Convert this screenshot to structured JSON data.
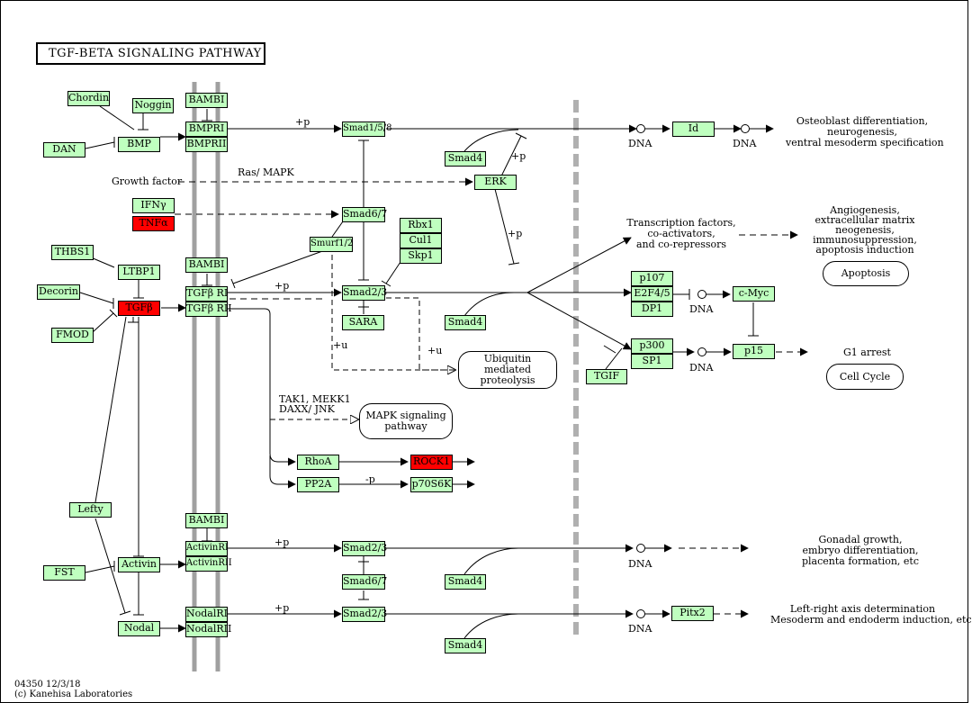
{
  "title": "TGF-BETA SIGNALING PATHWAY",
  "footer": {
    "map_id": "04350 12/3/18",
    "copyright": "(c) Kanehisa Laboratories"
  },
  "colors": {
    "node_fill": "#bfffbf",
    "highlight_fill": "#ff0000",
    "membrane": "#a0a0a0"
  },
  "genes": {
    "chordin": "Chordin",
    "noggin": "Noggin",
    "dan": "DAN",
    "bmp": "BMP",
    "bambi": "BAMBI",
    "bmpri": "BMPRI",
    "bmprii": "BMPRII",
    "smad158": "Smad1/5/8",
    "smad4": "Smad4",
    "ifng": "IFNγ",
    "tnfa": "TNFα",
    "smad67": "Smad6/7",
    "smurf": "Smurf1/2",
    "rbx1": "Rbx1",
    "cul1": "Cul1",
    "skp1": "Skp1",
    "erk": "ERK",
    "id": "Id",
    "thbs1": "THBS1",
    "ltbp1": "LTBP1",
    "decorin": "Decorin",
    "tgfb": "TGFβ",
    "fmod": "FMOD",
    "tgfbri": "TGFβ RI",
    "tgfbrii": "TGFβ RII",
    "smad23": "Smad2/3",
    "sara": "SARA",
    "p107": "p107",
    "e2f45": "E2F4/5",
    "dp1": "DP1",
    "cmyc": "c-Myc",
    "p300": "p300",
    "sp1": "SP1",
    "p15": "p15",
    "tgif": "TGIF",
    "rhoa": "RhoA",
    "rock1": "ROCK1",
    "pp2a": "PP2A",
    "p70s6k": "p70S6K",
    "lefty": "Lefty",
    "activin": "Activin",
    "fst": "FST",
    "activinri": "ActivinRI",
    "activinrii": "ActivinRII",
    "nodal": "Nodal",
    "nodalri": "NodalRI",
    "nodalrii": "NodalRII",
    "pitx2": "Pitx2"
  },
  "labels": {
    "growth_factor": "Growth factor",
    "ras_mapk": "Ras/ MAPK",
    "plus_p": "+p",
    "minus_p": "-p",
    "plus_u": "+u",
    "dna": "DNA",
    "tak1": "TAK1, MEKK1",
    "daxx": "DAXX/ JNK",
    "tf1": "Transcription factors,",
    "tf2": "co-activators,",
    "tf3": "and co-repressors",
    "osteo1": "Osteoblast differentiation,",
    "osteo2": "neurogenesis,",
    "osteo3": "ventral mesoderm specification",
    "angio1": "Angiogenesis,",
    "angio2": "extracellular matrix",
    "angio3": "neogenesis,",
    "angio4": "immunosuppression,",
    "angio5": "apoptosis induction",
    "g1_arrest": "G1 arrest",
    "gonad1": "Gonadal growth,",
    "gonad2": "embryo differentiation,",
    "gonad3": "placenta formation, etc",
    "lr1": "Left-right axis determination",
    "lr2": "Mesoderm and endoderm induction, etc"
  },
  "maps": {
    "ubiq1": "Ubiquitin mediated",
    "ubiq2": "proteolysis",
    "mapk1": "MAPK signaling",
    "mapk2": "pathway",
    "apoptosis": "Apoptosis",
    "cell_cycle": "Cell Cycle"
  }
}
